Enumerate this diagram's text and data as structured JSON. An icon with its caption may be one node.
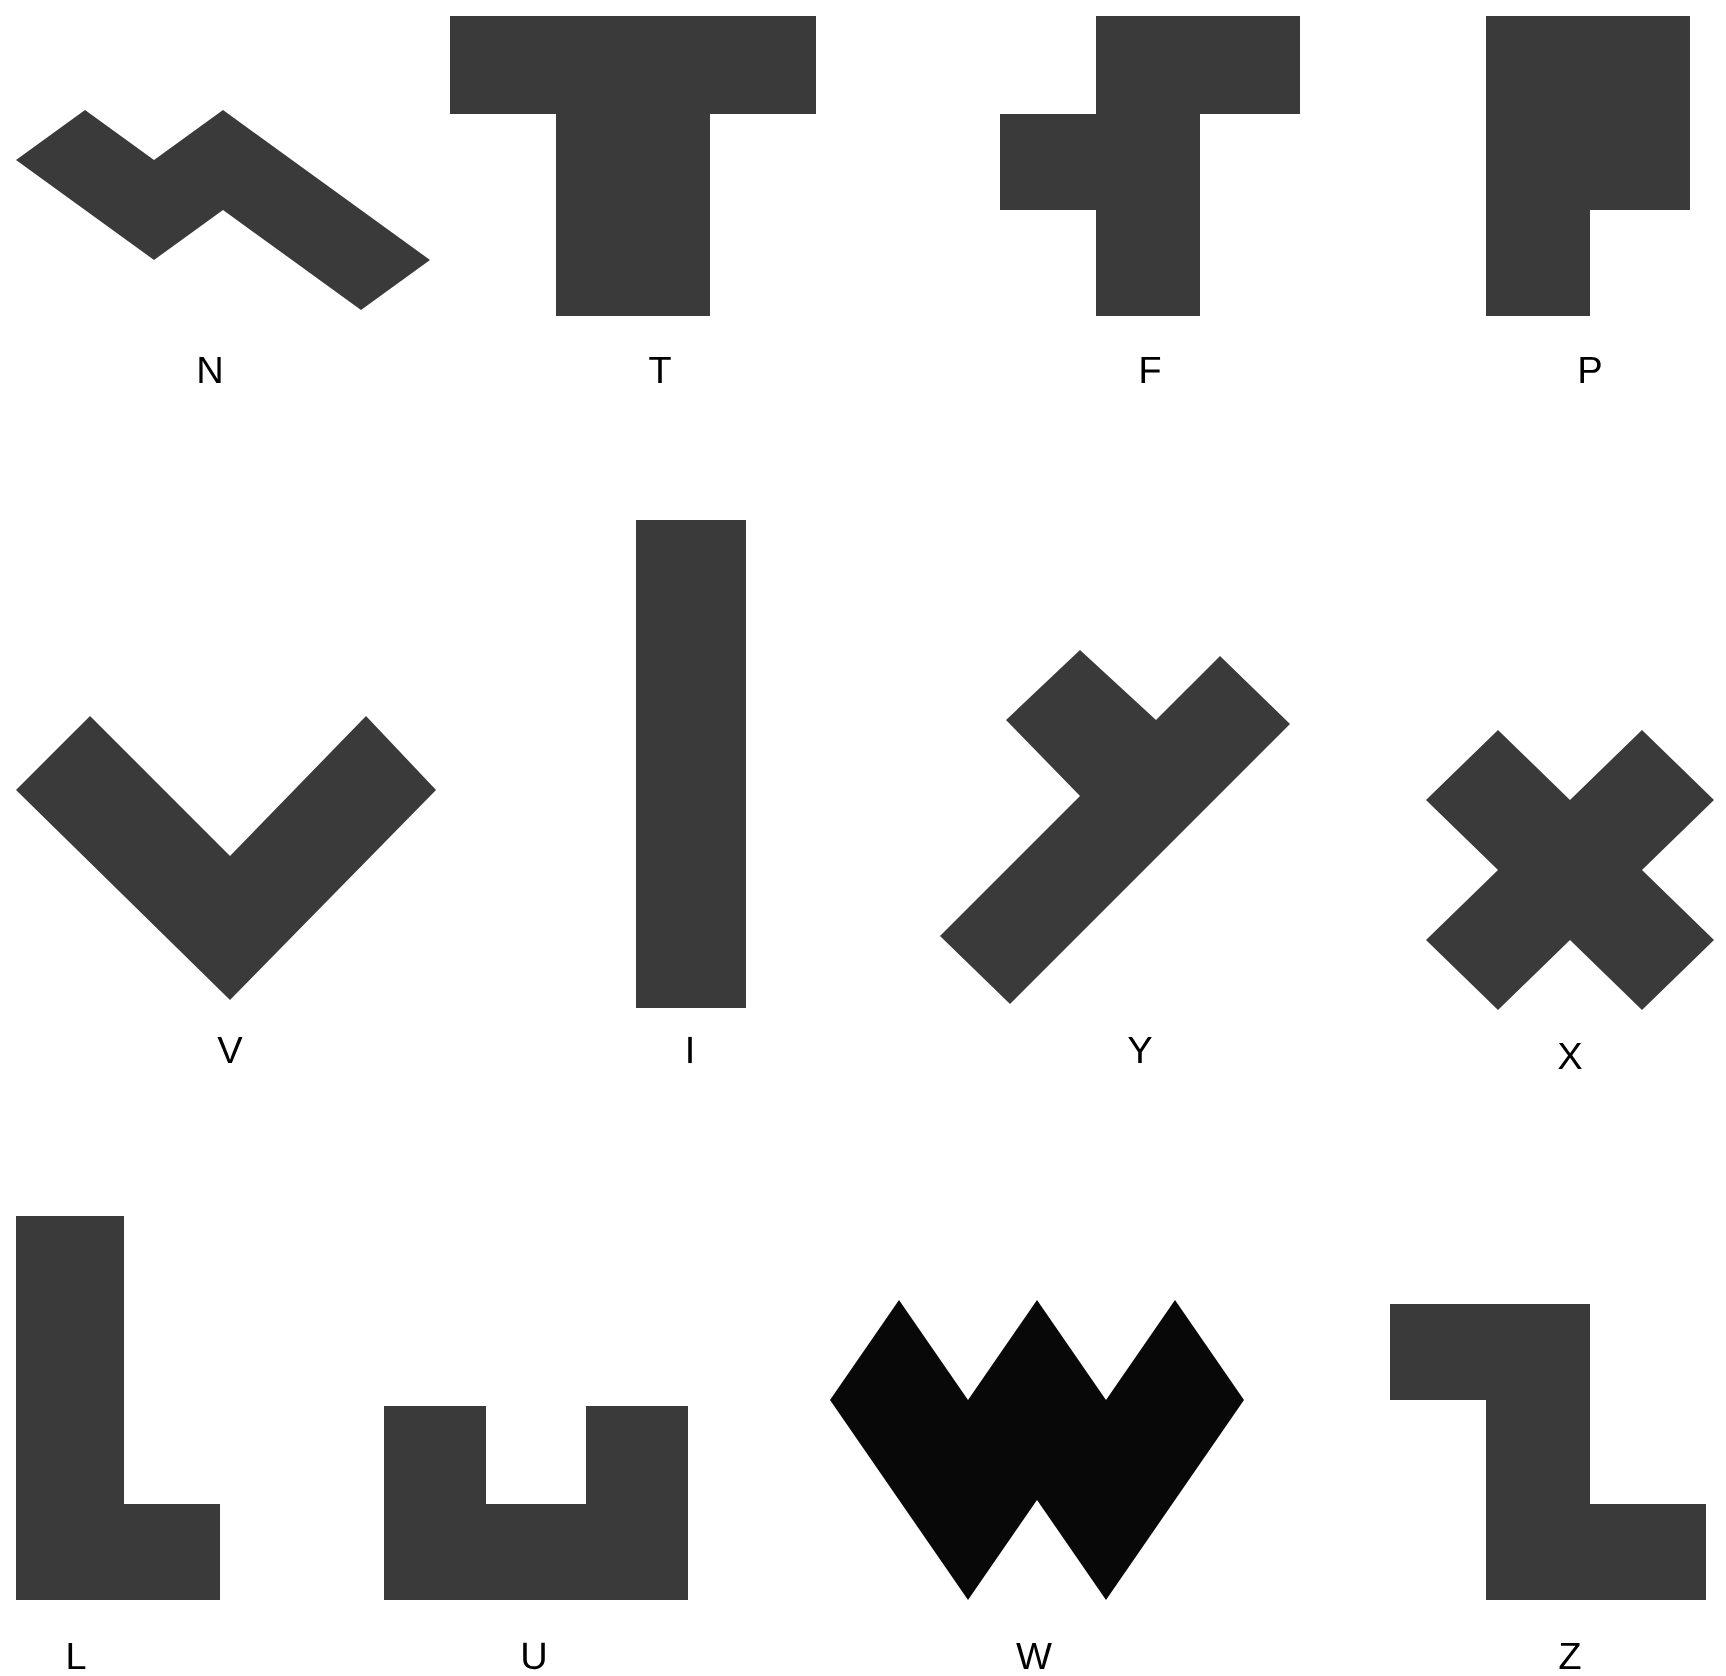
{
  "diagram": {
    "nodes": [
      {
        "text": [],
        "shape": "pentomino",
        "beside": [
          "N"
        ]
      },
      {
        "text": [],
        "shape": "pentomino",
        "beside": [
          "T"
        ]
      },
      {
        "text": [],
        "shape": "pentomino",
        "beside": [
          "F"
        ]
      },
      {
        "text": [],
        "shape": "pentomino",
        "beside": [
          "P"
        ]
      },
      {
        "text": [],
        "shape": "pentomino",
        "beside": [
          "V"
        ]
      },
      {
        "text": [],
        "shape": "pentomino",
        "beside": [
          "I"
        ]
      },
      {
        "text": [],
        "shape": "pentomino",
        "beside": [
          "Y"
        ]
      },
      {
        "text": [],
        "shape": "pentomino",
        "beside": [
          "X"
        ]
      },
      {
        "text": [],
        "shape": "pentomino",
        "beside": [
          "L"
        ]
      },
      {
        "text": [],
        "shape": "pentomino",
        "beside": [
          "U"
        ]
      },
      {
        "text": [],
        "shape": "pentomino",
        "beside": [
          "W"
        ]
      },
      {
        "text": [],
        "shape": "pentomino",
        "beside": [
          "Z"
        ]
      }
    ]
  }
}
